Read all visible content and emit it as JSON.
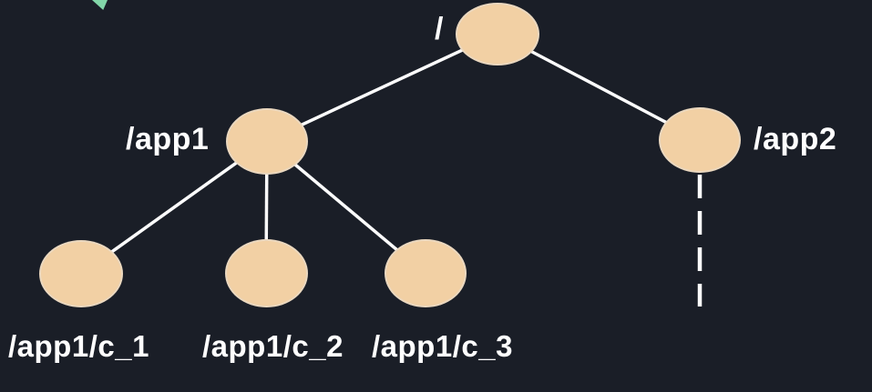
{
  "diagram": {
    "type": "tree",
    "background_color": "#1a1e27",
    "node_fill_color": "#f2d0a4",
    "edge_color": "#fdfdfd",
    "label_color": "#ffffff",
    "cursor_color": "#82d6a8",
    "nodes": [
      {
        "id": "root",
        "label": "/",
        "label_position": "left-of-node"
      },
      {
        "id": "app1",
        "label": "/app1",
        "label_position": "left-of-node"
      },
      {
        "id": "app2",
        "label": "/app2",
        "label_position": "right-of-node"
      },
      {
        "id": "app1-c1",
        "label": "/app1/c_1",
        "label_position": "below-node"
      },
      {
        "id": "app1-c2",
        "label": "/app1/c_2",
        "label_position": "below-node"
      },
      {
        "id": "app1-c3",
        "label": "/app1/c_3",
        "label_position": "below-node"
      }
    ],
    "edges": [
      {
        "from": "/",
        "to": "/app1",
        "style": "solid"
      },
      {
        "from": "/",
        "to": "/app2",
        "style": "solid"
      },
      {
        "from": "/app1",
        "to": "/app1/c_1",
        "style": "solid"
      },
      {
        "from": "/app1",
        "to": "/app1/c_2",
        "style": "solid"
      },
      {
        "from": "/app1",
        "to": "/app1/c_3",
        "style": "solid"
      },
      {
        "from": "/app2",
        "to": "",
        "style": "dashed"
      }
    ]
  }
}
